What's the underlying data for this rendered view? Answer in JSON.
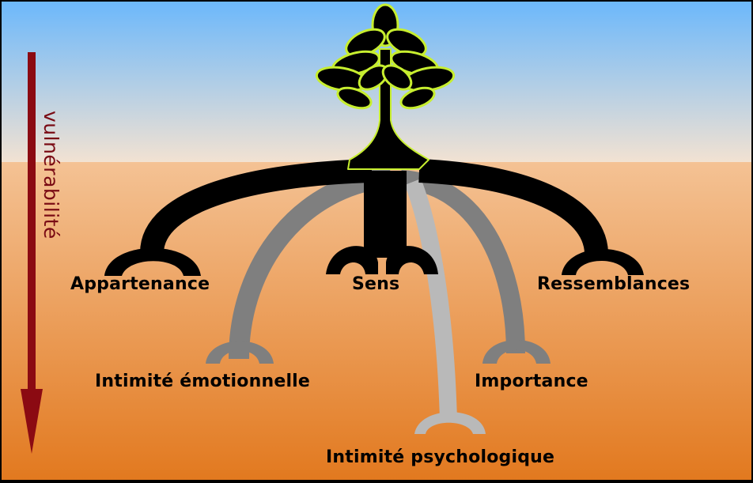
{
  "vulnerability_label": "vulnérabilité",
  "roots": {
    "appartenance": "Appartenance",
    "sens": "Sens",
    "ressemblances": "Ressemblances",
    "intimite_emotionnelle": "Intimité émotionnelle",
    "importance": "Importance",
    "intimite_psychologique": "Intimité psychologique"
  },
  "colors": {
    "sky_top": "#6cb8fb",
    "sky_bottom": "#f2e2d2",
    "soil_top": "#f4c294",
    "soil_bottom": "#e2791f",
    "arrow": "#8b0a12",
    "primary_root": "#000000",
    "secondary_root": "#7f7f7f",
    "deep_root": "#b9b9b9",
    "leaf_fill": "#000000",
    "leaf_outline": "#c7ee2f"
  }
}
